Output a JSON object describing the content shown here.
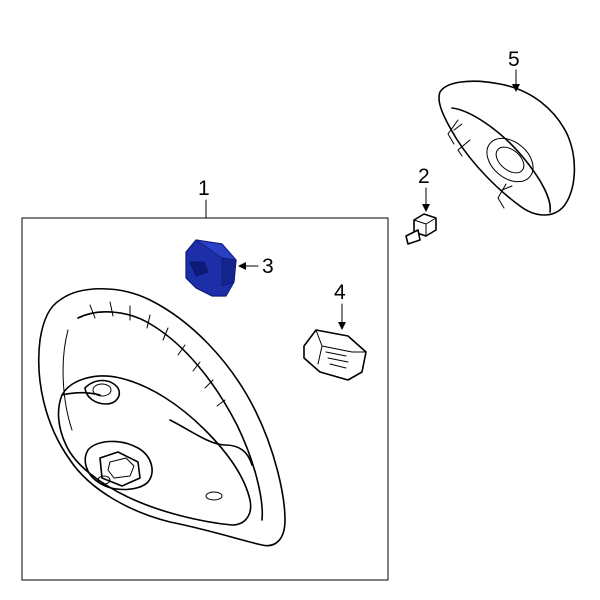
{
  "callouts": {
    "one": "1",
    "two": "2",
    "three": "3",
    "four": "4",
    "five": "5"
  },
  "colors": {
    "highlight_part": "#1c2fa8",
    "highlight_shade": "#0e1a78",
    "line": "#000000",
    "background": "#ffffff"
  }
}
